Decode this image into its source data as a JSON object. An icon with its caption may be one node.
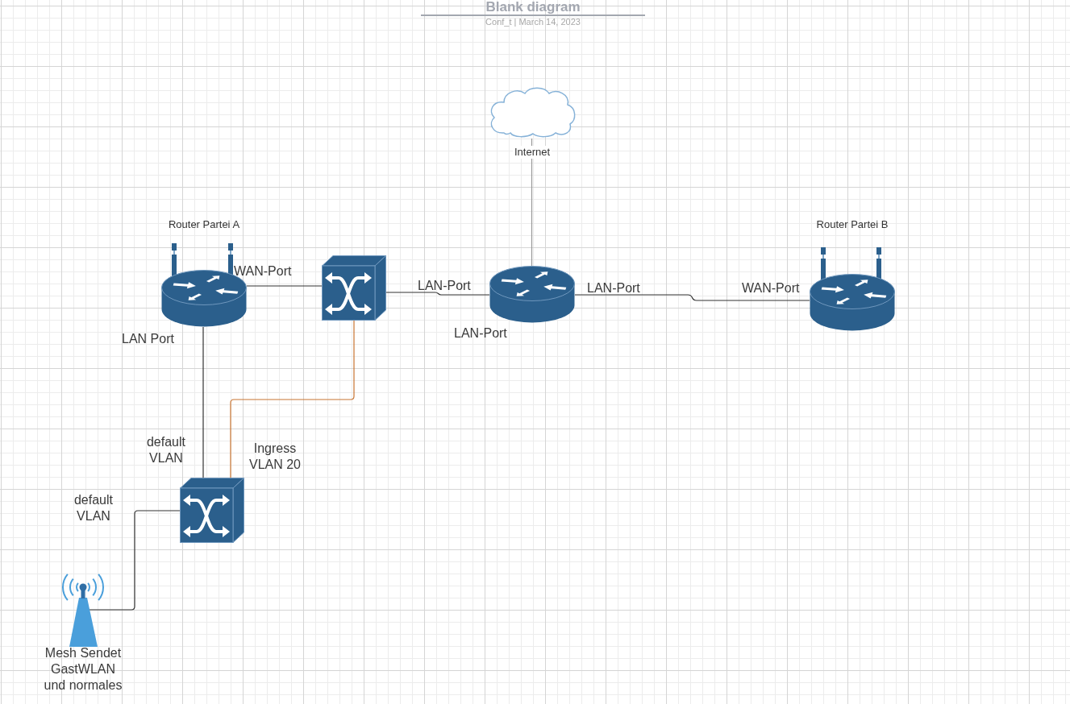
{
  "diagram": {
    "title": "Blank diagram",
    "nodes": [
      {
        "text": [],
        "shape": "cloud"
      },
      {
        "text": [
          "Router Partei A"
        ]
      },
      {
        "text": [],
        "shape": "picture"
      },
      {
        "text": [],
        "shape": "picture"
      },
      {
        "text": [
          "Router Partei B"
        ]
      },
      {
        "text": [],
        "shape": "picture"
      },
      {
        "text": [
          "Mesh Sendet GastWLAN und normales"
        ]
      }
    ],
    "edges": [
      {
        "from": 0,
        "to": 3,
        "arrow": "none",
        "label": "Internet",
        "color": "#999999"
      },
      {
        "from": 1,
        "to": 2,
        "arrow": "none"
      },
      {
        "from": 2,
        "to": 3,
        "arrow": "none"
      },
      {
        "from": 3,
        "to": 4,
        "arrow": "none"
      },
      {
        "from": 1,
        "to": 5,
        "arrow": "none"
      },
      {
        "from": 2,
        "to": 5,
        "arrow": "none",
        "color": "#c87533"
      },
      {
        "from": 5,
        "to": 6,
        "arrow": "none"
      }
    ],
    "labels": [
      "Conf_t | March 14, 2023",
      "WAN-Port",
      "LAN-Port",
      "LAN-Port",
      "WAN-Port",
      "LAN-Port",
      "LAN Port",
      "default VLAN",
      "Ingress VLAN 20",
      "default VLAN"
    ]
  }
}
